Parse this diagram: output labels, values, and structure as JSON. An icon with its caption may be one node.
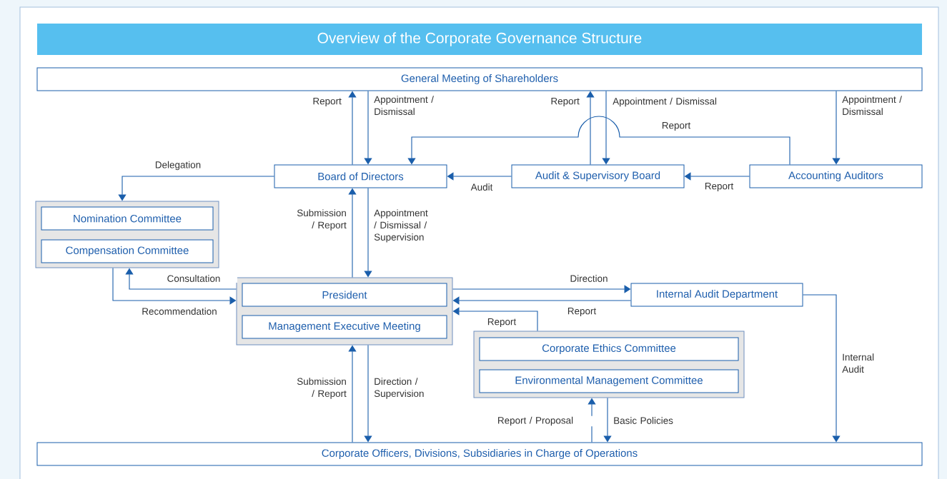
{
  "diagram": {
    "title": "Overview of the Corporate Governance Structure",
    "nodes": [
      {
        "text": [
          "General Meeting of Shareholders"
        ]
      },
      {
        "text": [
          "Board of Directors"
        ]
      },
      {
        "text": [
          "Audit & Supervisory Board"
        ]
      },
      {
        "text": [
          "Accounting Auditors"
        ]
      },
      {
        "text": [],
        "shape": "box"
      },
      {
        "text": [
          "Nomination Committee"
        ],
        "in": 4
      },
      {
        "text": [
          "Compensation Committee"
        ],
        "in": 4
      },
      {
        "text": [],
        "shape": "box"
      },
      {
        "text": [
          "President"
        ],
        "in": 7
      },
      {
        "text": [
          "Management Executive Meeting"
        ],
        "in": 7
      },
      {
        "text": [
          "Internal Audit Department"
        ]
      },
      {
        "text": [],
        "shape": "box"
      },
      {
        "text": [
          "Corporate Ethics Committee"
        ],
        "in": 11
      },
      {
        "text": [
          "Environmental Management Committee"
        ],
        "in": 11
      },
      {
        "text": [
          "Corporate Officers, Divisions, Subsidiaries in Charge of Operations"
        ]
      }
    ],
    "edges": [
      {
        "from": 1,
        "to": 0,
        "arrow": "to",
        "label": "Report"
      },
      {
        "from": 0,
        "to": 1,
        "arrow": "to",
        "label": "Appointment / Dismissal"
      },
      {
        "from": 2,
        "to": 0,
        "arrow": "to",
        "label": "Report"
      },
      {
        "from": 0,
        "to": 2,
        "arrow": "to",
        "label": "Appointment / Dismissal"
      },
      {
        "from": 0,
        "to": 3,
        "arrow": "to",
        "label": "Appointment / Dismissal"
      },
      {
        "from": 3,
        "to": 1,
        "arrow": "to",
        "label": "Report"
      },
      {
        "from": 2,
        "to": 1,
        "arrow": "to",
        "label": "Audit"
      },
      {
        "from": 3,
        "to": 2,
        "arrow": "to",
        "label": "Report"
      },
      {
        "from": 1,
        "to": 4,
        "arrow": "to",
        "label": "Delegation"
      },
      {
        "from": 7,
        "to": 1,
        "arrow": "to",
        "label": "Submission / Report"
      },
      {
        "from": 1,
        "to": 7,
        "arrow": "to",
        "label": "Appointment / Dismissal / Supervision"
      },
      {
        "from": 7,
        "to": 4,
        "arrow": "to",
        "label": "Consultation"
      },
      {
        "from": 4,
        "to": 7,
        "arrow": "to",
        "label": "Recommendation"
      },
      {
        "from": 7,
        "to": 10,
        "arrow": "to",
        "label": "Direction"
      },
      {
        "from": 10,
        "to": 7,
        "arrow": "to",
        "label": "Report"
      },
      {
        "from": 11,
        "to": 7,
        "arrow": "to",
        "label": "Report"
      },
      {
        "from": 14,
        "to": 7,
        "arrow": "to",
        "label": "Submission / Report"
      },
      {
        "from": 7,
        "to": 14,
        "arrow": "to",
        "label": "Direction / Supervision"
      },
      {
        "from": 14,
        "to": 11,
        "arrow": "to",
        "label": "Report / Proposal"
      },
      {
        "from": 11,
        "to": 14,
        "arrow": "to",
        "label": "Basic Policies"
      },
      {
        "from": 10,
        "to": 14,
        "arrow": "to",
        "label": "Internal Audit"
      }
    ]
  }
}
